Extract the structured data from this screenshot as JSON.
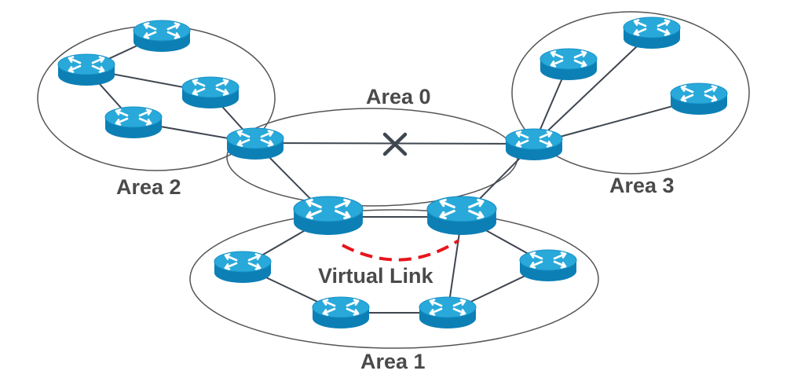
{
  "labels": {
    "area0": "Area 0",
    "area1": "Area 1",
    "area2": "Area 2",
    "area3": "Area 3",
    "virtual_link": "Virtual Link"
  },
  "colors": {
    "router_top": "#29a9da",
    "router_side": "#0c7fb5",
    "router_arrows": "#ffffff",
    "link_line": "#3f4650",
    "area_outline": "#555555",
    "virtual_link": "#e8141c",
    "failure_mark": "#3f4650",
    "label_text": "#4a4a4a"
  },
  "icons": {
    "router": "router-icon",
    "failure": "link-failure-x-icon"
  }
}
